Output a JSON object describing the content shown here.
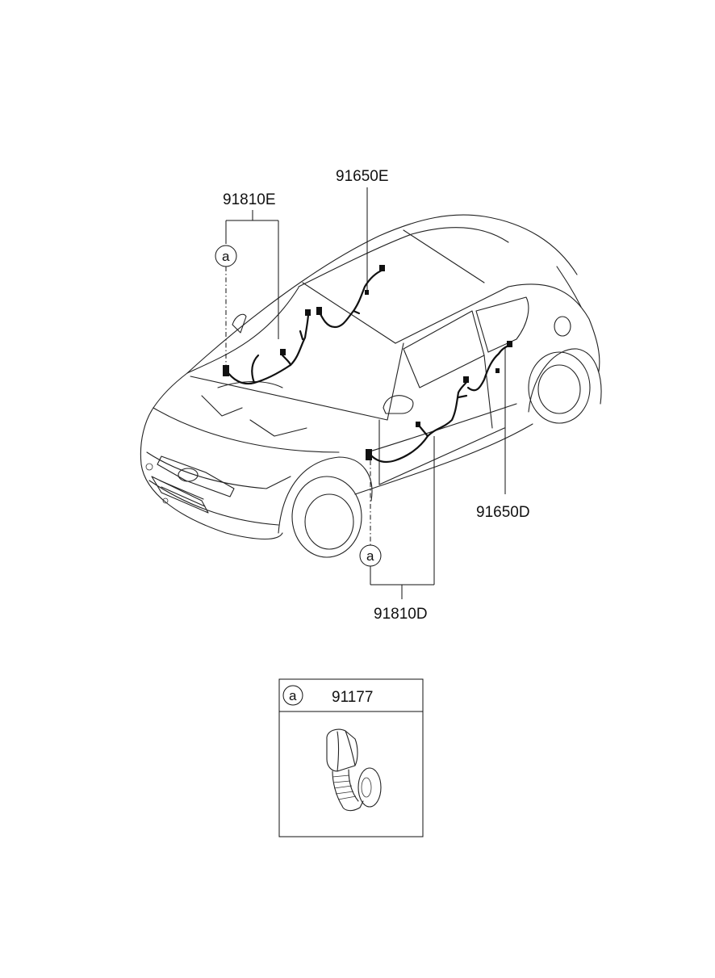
{
  "labels": {
    "part_91650E": "91650E",
    "part_91810E": "91810E",
    "part_91650D": "91650D",
    "part_91810D": "91810D",
    "ref_a_top": "a",
    "ref_a_bottom": "a"
  },
  "detail_box": {
    "ref": "a",
    "part": "91177"
  },
  "icons": [
    "car-outline-icon",
    "wiring-harness-icon",
    "grommet-icon"
  ]
}
